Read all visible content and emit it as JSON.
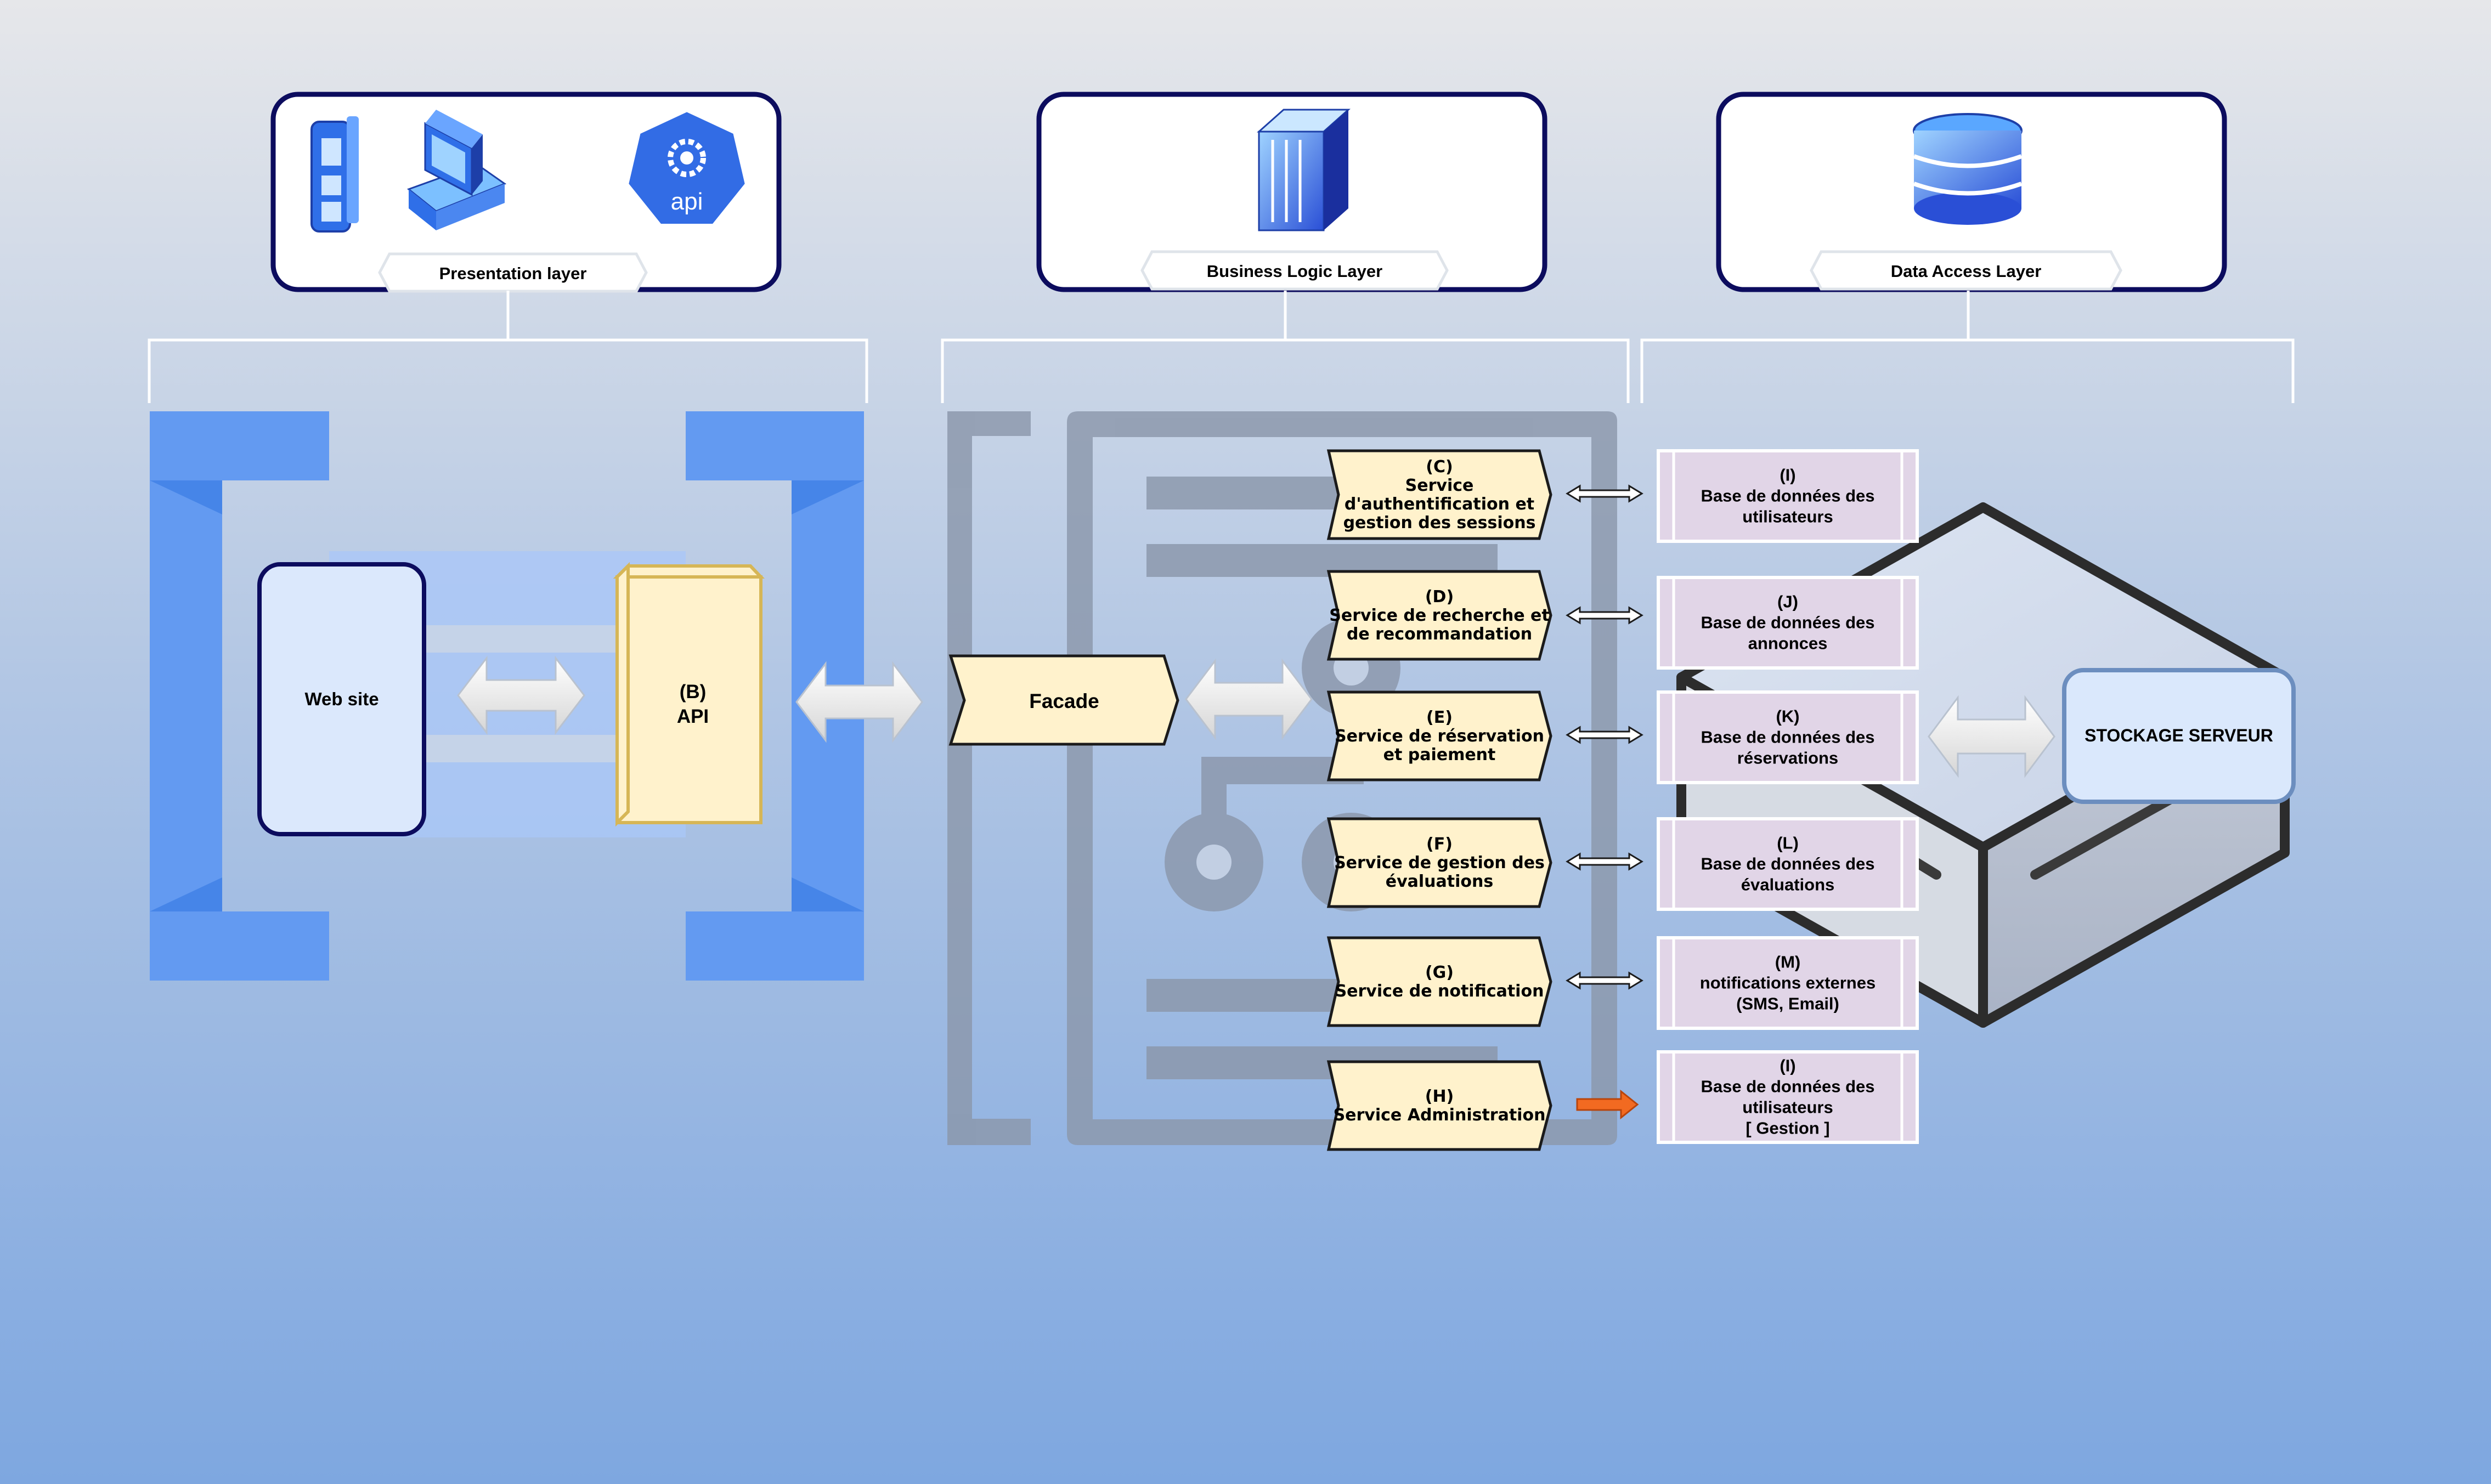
{
  "layers": {
    "presentation": "Presentation layer",
    "business": "Business Logic Layer",
    "data_access": "Data Access Layer"
  },
  "icons": {
    "api_badge": "api",
    "presentation": [
      "mobile-phone-icon",
      "desktop-computer-icon",
      "api-gear-icon"
    ],
    "business": "server-tower-icon",
    "data_access": "database-icon"
  },
  "presentation": {
    "website": "Web site",
    "api_letter": "(B)",
    "api_name": "API"
  },
  "facade": "Facade",
  "services": [
    {
      "letter": "(C)",
      "lines": [
        "Service",
        "d'authentification et",
        "gestion des sessions"
      ]
    },
    {
      "letter": "(D)",
      "lines": [
        "Service de recherche et",
        "de recommandation"
      ]
    },
    {
      "letter": "(E)",
      "lines": [
        "Service de réservation",
        "et paiement"
      ]
    },
    {
      "letter": "(F)",
      "lines": [
        "Service de gestion des",
        "évaluations"
      ]
    },
    {
      "letter": "(G)",
      "lines": [
        "Service de notification"
      ]
    },
    {
      "letter": "(H)",
      "lines": [
        "Service Administration"
      ]
    }
  ],
  "databases": [
    {
      "letter": "(I)",
      "lines": [
        "Base de données des",
        "utilisateurs"
      ]
    },
    {
      "letter": "(J)",
      "lines": [
        "Base de données des",
        "annonces"
      ]
    },
    {
      "letter": "(K)",
      "lines": [
        "Base de données des",
        "réservations"
      ]
    },
    {
      "letter": "(L)",
      "lines": [
        "Base de données des",
        "évaluations"
      ]
    },
    {
      "letter": "(M)",
      "lines": [
        "notifications externes",
        "(SMS, Email)"
      ]
    },
    {
      "letter": "(I)",
      "lines": [
        "Base de données des",
        "utilisateurs",
        "[ Gestion ]"
      ]
    }
  ],
  "storage": "STOCKAGE SERVEUR",
  "colors": {
    "background_top": "#e6e7ea",
    "background_bottom": "#7ea7e0",
    "navy_outline": "#0c0c5e",
    "bracket_blue": "#639af1",
    "service_fill": "#fff2cc",
    "database_fill": "#e1d5e7",
    "storage_fill": "#dae8fc",
    "admin_arrow": "#f26a21"
  }
}
